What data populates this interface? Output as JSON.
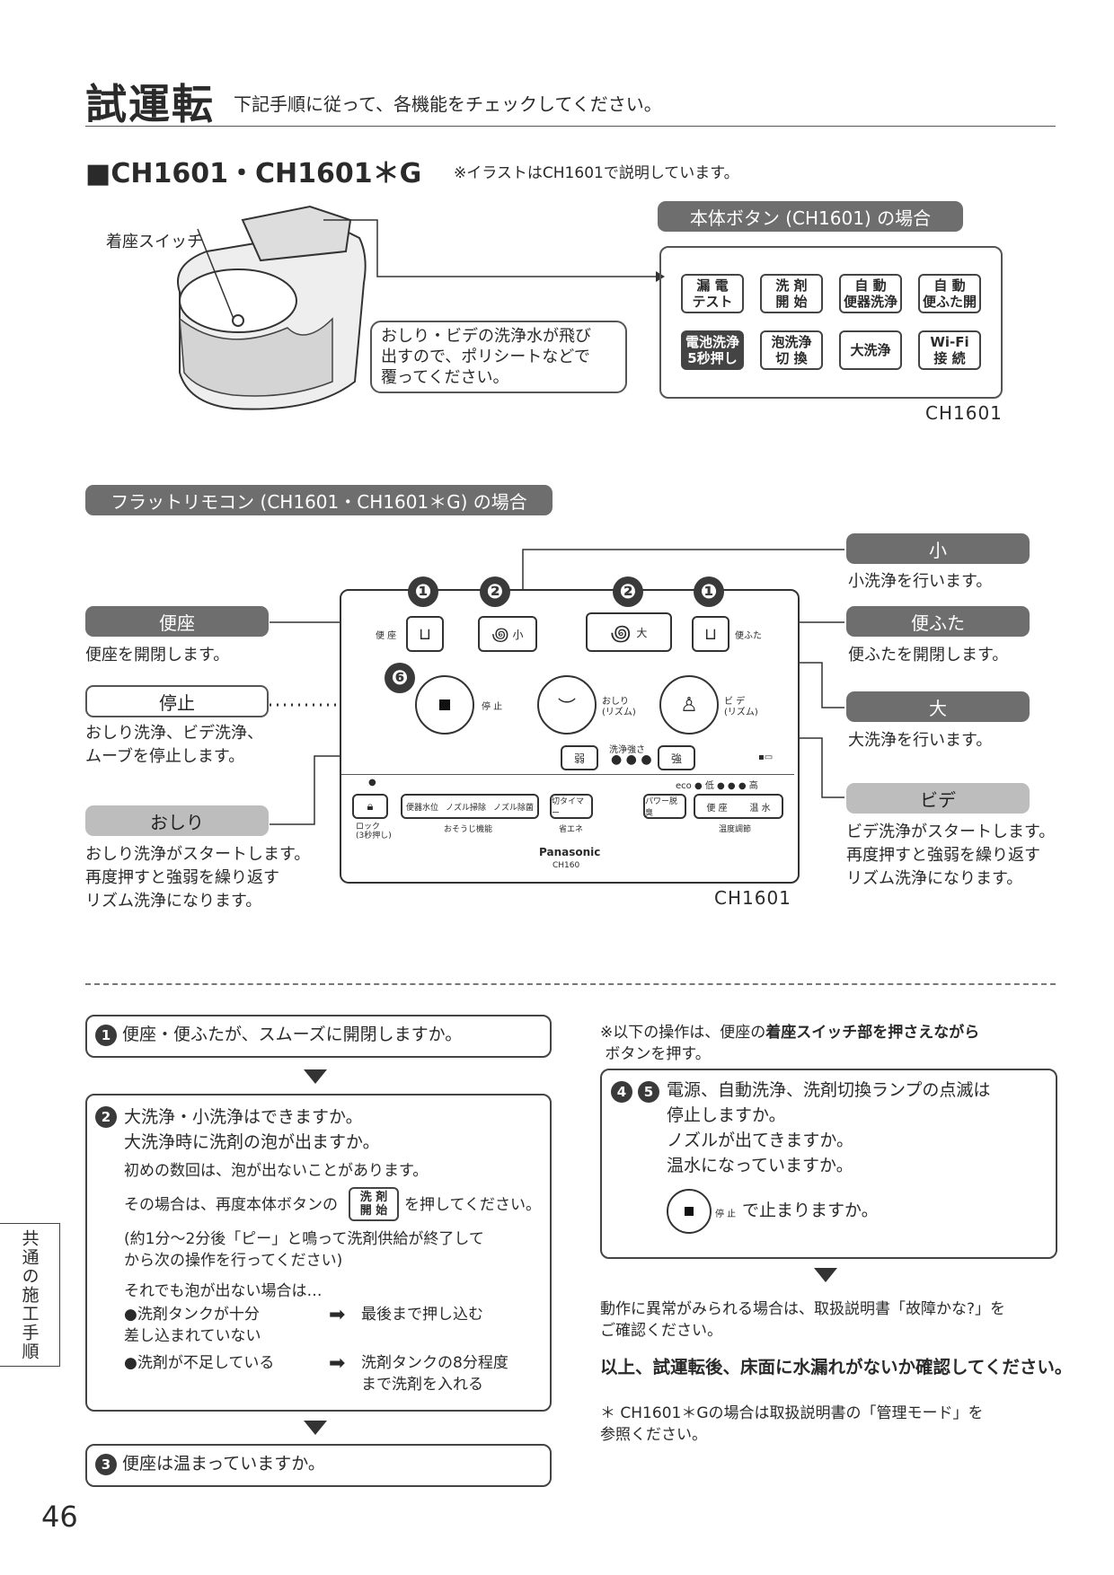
{
  "header": {
    "title": "試運転",
    "subtitle": "下記手順に従って、各機能をチェックしてください。"
  },
  "model": {
    "heading": "■CH1601・CH1601＊G",
    "note": "※イラストはCH1601で説明しています。"
  },
  "top": {
    "seat_switch_label": "着座スイッチ",
    "warning": "おしり・ビデの洗浄水が飛び\n出すので、ポリシートなどで\n覆ってください。",
    "body_panel_title": "本体ボタン (CH1601) の場合",
    "body_buttons": [
      "漏 電\nテスト",
      "洗 剤\n開 始",
      "自 動\n便器洗浄",
      "自 動\n便ふた開",
      "電池洗浄\n5秒押し",
      "泡洗浄\n切 換",
      "大洗浄",
      "Wi-Fi\n接 続"
    ],
    "body_caption": "CH1601"
  },
  "remote": {
    "title": "フラットリモコン (CH1601・CH1601＊G) の場合",
    "caption": "CH1601",
    "left": [
      {
        "label": "便座",
        "desc": "便座を開閉します。"
      },
      {
        "label": "停止",
        "desc": "おしり洗浄、ビデ洗浄、\nムーブを停止します。"
      },
      {
        "label": "おしり",
        "desc": "おしり洗浄がスタートします。\n再度押すと強弱を繰り返す\nリズム洗浄になります。"
      }
    ],
    "right": [
      {
        "label": "小",
        "desc": "小洗浄を行います。"
      },
      {
        "label": "便ふた",
        "desc": "便ふたを開閉します。"
      },
      {
        "label": "大",
        "desc": "大洗浄を行います。"
      },
      {
        "label": "ビデ",
        "desc": "ビデ洗浄がスタートします。\n再度押すと強弱を繰り返す\nリズム洗浄になります。"
      }
    ],
    "numbers": [
      "❶",
      "❷",
      "❷",
      "❶",
      "❻"
    ],
    "labels": {
      "seat": "便 座",
      "small": "小",
      "large": "大",
      "lid": "便ふた",
      "stop": "停 止",
      "oshiri": "おしり\n(リズム)",
      "bidet": "ビ デ\n(リズム)",
      "weak": "弱",
      "strength": "洗浄強さ",
      "strong": "強",
      "eco": "eco ● 低 ● ● ● 高",
      "lock": "ロック\n(3秒押し)",
      "nozzle_pos": "便器水位",
      "nozzle_clean": "ノズル掃除",
      "nozzle_dry": "ノズル除菌",
      "cleaning": "おそうじ機能",
      "timer": "切タイマー",
      "energy": "省エネ",
      "power_deo": "パワー脱臭",
      "seat_temp": "便 座",
      "water_temp": "温 水",
      "temp_adjust": "温度調節",
      "brand": "Panasonic",
      "model": "CH160"
    }
  },
  "flow": {
    "step1": "便座・便ふたが、スムーズに開閉しますか。",
    "step2_lines": "大洗浄・小洗浄はできますか。\n大洗浄時に洗剤の泡が出ますか。",
    "step2_note1": "初めの数回は、泡が出ないことがあります。",
    "step2_note2_pre": "その場合は、再度本体ボタンの",
    "step2_note2_btn": "洗 剤\n開 始",
    "step2_note2_post": "を押してください。",
    "step2_note3": "(約1分〜2分後「ピー」と鳴って洗剤供給が終了して\n から次の操作を行ってください)",
    "step2_note4": "それでも泡が出ない場合は…",
    "cause1": "●洗剤タンクが十分\n 差し込まれていない",
    "fix1": "最後まで押し込む",
    "cause2": "●洗剤が不足している",
    "fix2": "洗剤タンクの8分程度\nまで洗剤を入れる",
    "step3": "便座は温まっていますか。",
    "right_note_pre": "※以下の操作は、便座の",
    "right_note_bold": "着座スイッチ部を押さえながら",
    "right_note_post": "ボタンを押す。",
    "step45_lines": "電源、自動洗浄、洗剤切換ランプの点滅は\n停止しますか。\nノズルが出てきますか。\n温水になっていますか。",
    "step45_stop_label": "停 止",
    "step45_stop_text": "で止まりますか。",
    "abnormal": "動作に異常がみられる場合は、取扱説明書「故障かな?」を\nご確認ください。",
    "final": "以上、試運転後、床面に水漏れがないか確認してください。",
    "footnote": "＊ CH1601＊Gの場合は取扱説明書の「管理モード」を\n  参照ください。"
  },
  "side_tab": "共通の施工手順",
  "page_number": "46"
}
